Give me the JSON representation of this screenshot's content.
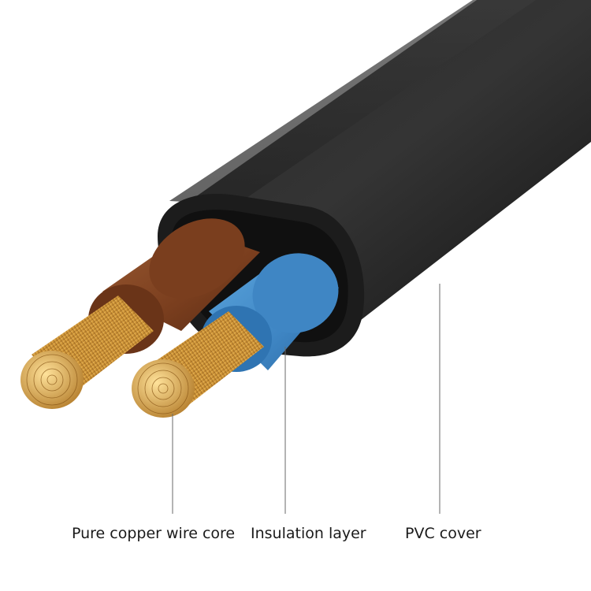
{
  "labels": {
    "copper": "Pure copper wire core",
    "insulation": "Insulation layer",
    "pvc": "PVC cover"
  },
  "colors": {
    "sheath": "#1f1f1f",
    "brown_insulation": "#7a3e1e",
    "blue_insulation": "#3f86c4",
    "copper": "#d49a3a",
    "leader_line": "#6a6a6a"
  }
}
